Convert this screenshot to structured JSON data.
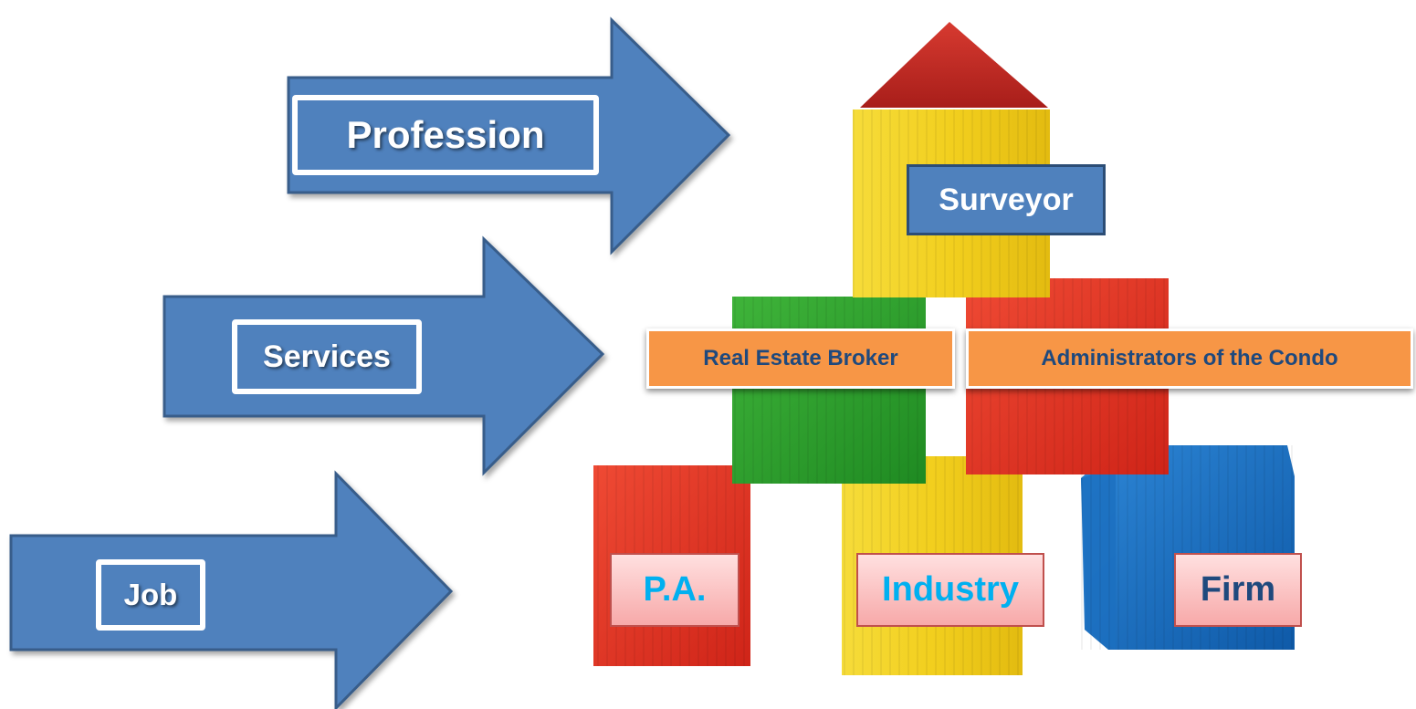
{
  "diagram": {
    "arrows": [
      {
        "id": "profession",
        "label": "Profession"
      },
      {
        "id": "services",
        "label": "Services"
      },
      {
        "id": "job",
        "label": "Job"
      }
    ],
    "blocks": {
      "top": {
        "label": "Surveyor"
      },
      "middle_left": {
        "label": "Real Estate Broker"
      },
      "middle_right": {
        "label": "Administrators of the Condo"
      },
      "bottom_left": {
        "label": "P.A."
      },
      "bottom_center": {
        "label": "Industry"
      },
      "bottom_right": {
        "label": "Firm"
      }
    },
    "colors": {
      "arrow": "#4f81bd",
      "roof": "#c0282a",
      "yellow_block": "#f5d22a",
      "green_block": "#2ea02e",
      "red_block": "#e43428",
      "blue_block": "#1a6fc0",
      "orange_tag": "#f79646",
      "tag_text_cyan": "#00b0f0",
      "tag_text_navy": "#1f497d"
    }
  }
}
